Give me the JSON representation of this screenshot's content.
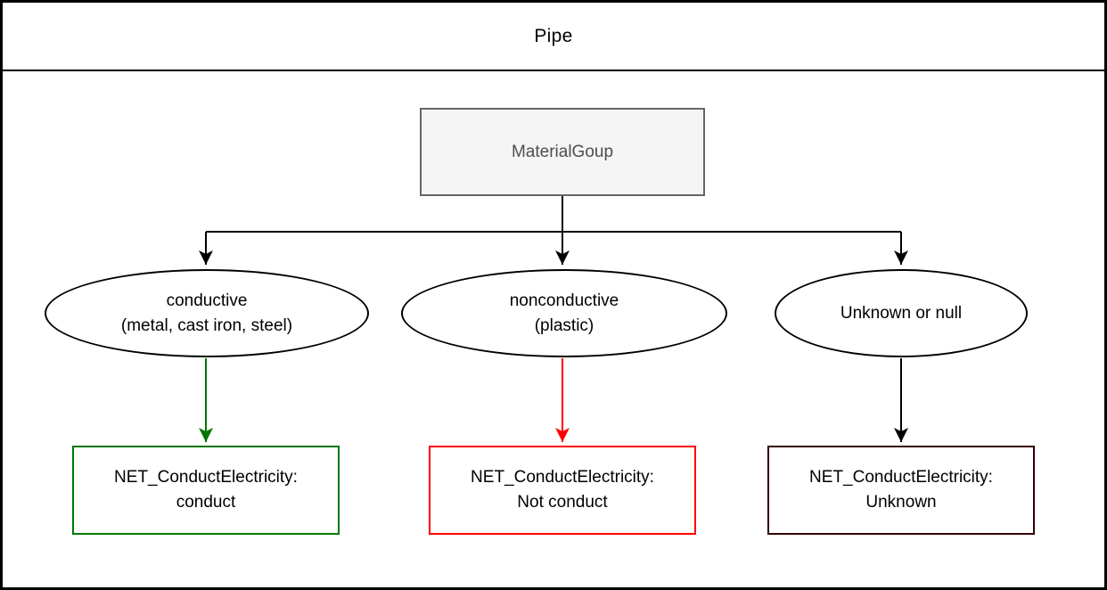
{
  "title": "Pipe",
  "root": {
    "label": "MaterialGoup"
  },
  "branches": [
    {
      "condition": [
        "conductive",
        "(metal, cast iron, steel)"
      ],
      "result": [
        "NET_ConductElectricity:",
        "conduct"
      ],
      "arrow_color": "#007700",
      "result_border_color": "#007700"
    },
    {
      "condition": [
        "nonconductive",
        "(plastic)"
      ],
      "result": [
        "NET_ConductElectricity:",
        "Not conduct"
      ],
      "arrow_color": "#ff0000",
      "result_border_color": "#ff0000"
    },
    {
      "condition": [
        "Unknown or null"
      ],
      "result": [
        "NET_ConductElectricity:",
        "Unknown"
      ],
      "arrow_color": "#000000",
      "result_border_color": "#330000"
    }
  ],
  "colors": {
    "background": "#ffffff",
    "frame_border": "#000000",
    "root_fill": "#f5f5f5",
    "root_border": "#666666",
    "root_text": "#4d4d4d",
    "condition_border": "#000000",
    "condition_text": "#000000",
    "connector_black": "#000000",
    "connector_green": "#007700",
    "connector_red": "#ff0000",
    "result_unknown_border": "#330000"
  }
}
